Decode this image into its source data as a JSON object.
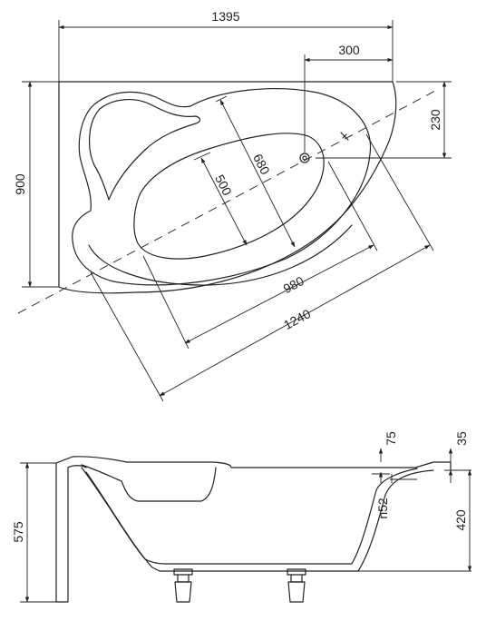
{
  "plan_view": {
    "overall_width": "1395",
    "drain_offset_x": "300",
    "drain_offset_y": "230",
    "overall_depth": "900",
    "inner_width": "680",
    "inner_short": "500",
    "inner_length": "980",
    "outer_length": "1240"
  },
  "side_view": {
    "total_height": "575",
    "rim_drop_a": "75",
    "rim_drop_b": "35",
    "overflow_height": "n52",
    "bath_depth": "420"
  }
}
